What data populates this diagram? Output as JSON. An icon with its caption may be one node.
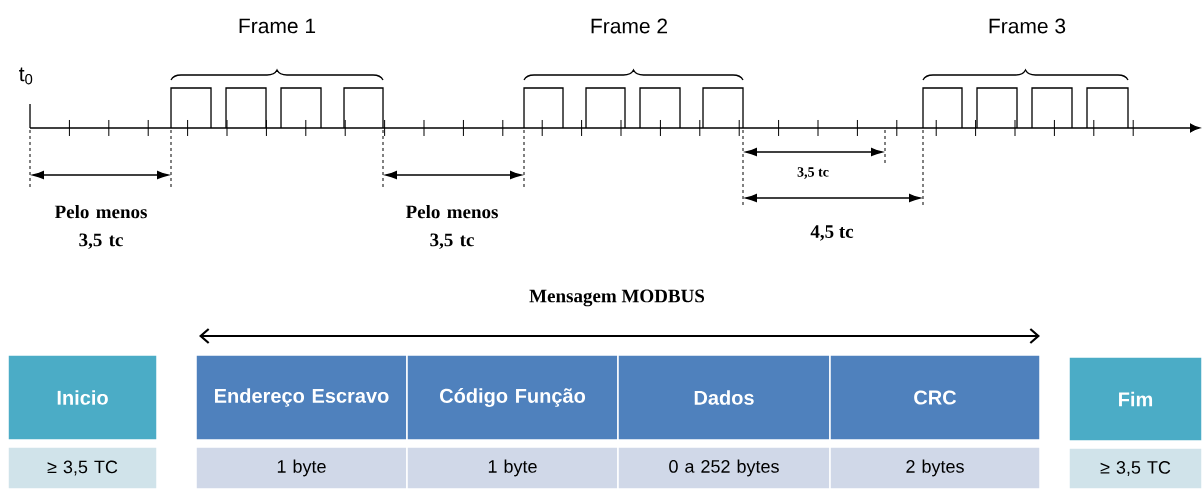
{
  "diagram": {
    "title": "Mensagem MODBUS",
    "nodes": [
      {
        "text": [
          "Inicio"
        ]
      },
      {
        "text": [
          "Endereço Escravo"
        ]
      },
      {
        "text": [
          "Código Função"
        ]
      },
      {
        "text": [
          "Dados"
        ]
      },
      {
        "text": [
          "CRC"
        ]
      },
      {
        "text": [
          "Fim"
        ]
      },
      {
        "text": [
          "≥ 3,5 TC"
        ]
      },
      {
        "text": [
          "1 byte"
        ]
      },
      {
        "text": [
          "1 byte"
        ]
      },
      {
        "text": [
          "0 a 252 bytes"
        ]
      },
      {
        "text": [
          "2 bytes"
        ]
      },
      {
        "text": [
          "≥ 3,5 TC"
        ]
      }
    ],
    "labels": [
      "Frame 1",
      "Frame 2",
      "Frame 3",
      "t$_{0}$",
      "Pelo menos 3,5 tc",
      "Pelo menos 3,5 tc",
      "3,5 tc",
      "4,5 tc"
    ]
  }
}
